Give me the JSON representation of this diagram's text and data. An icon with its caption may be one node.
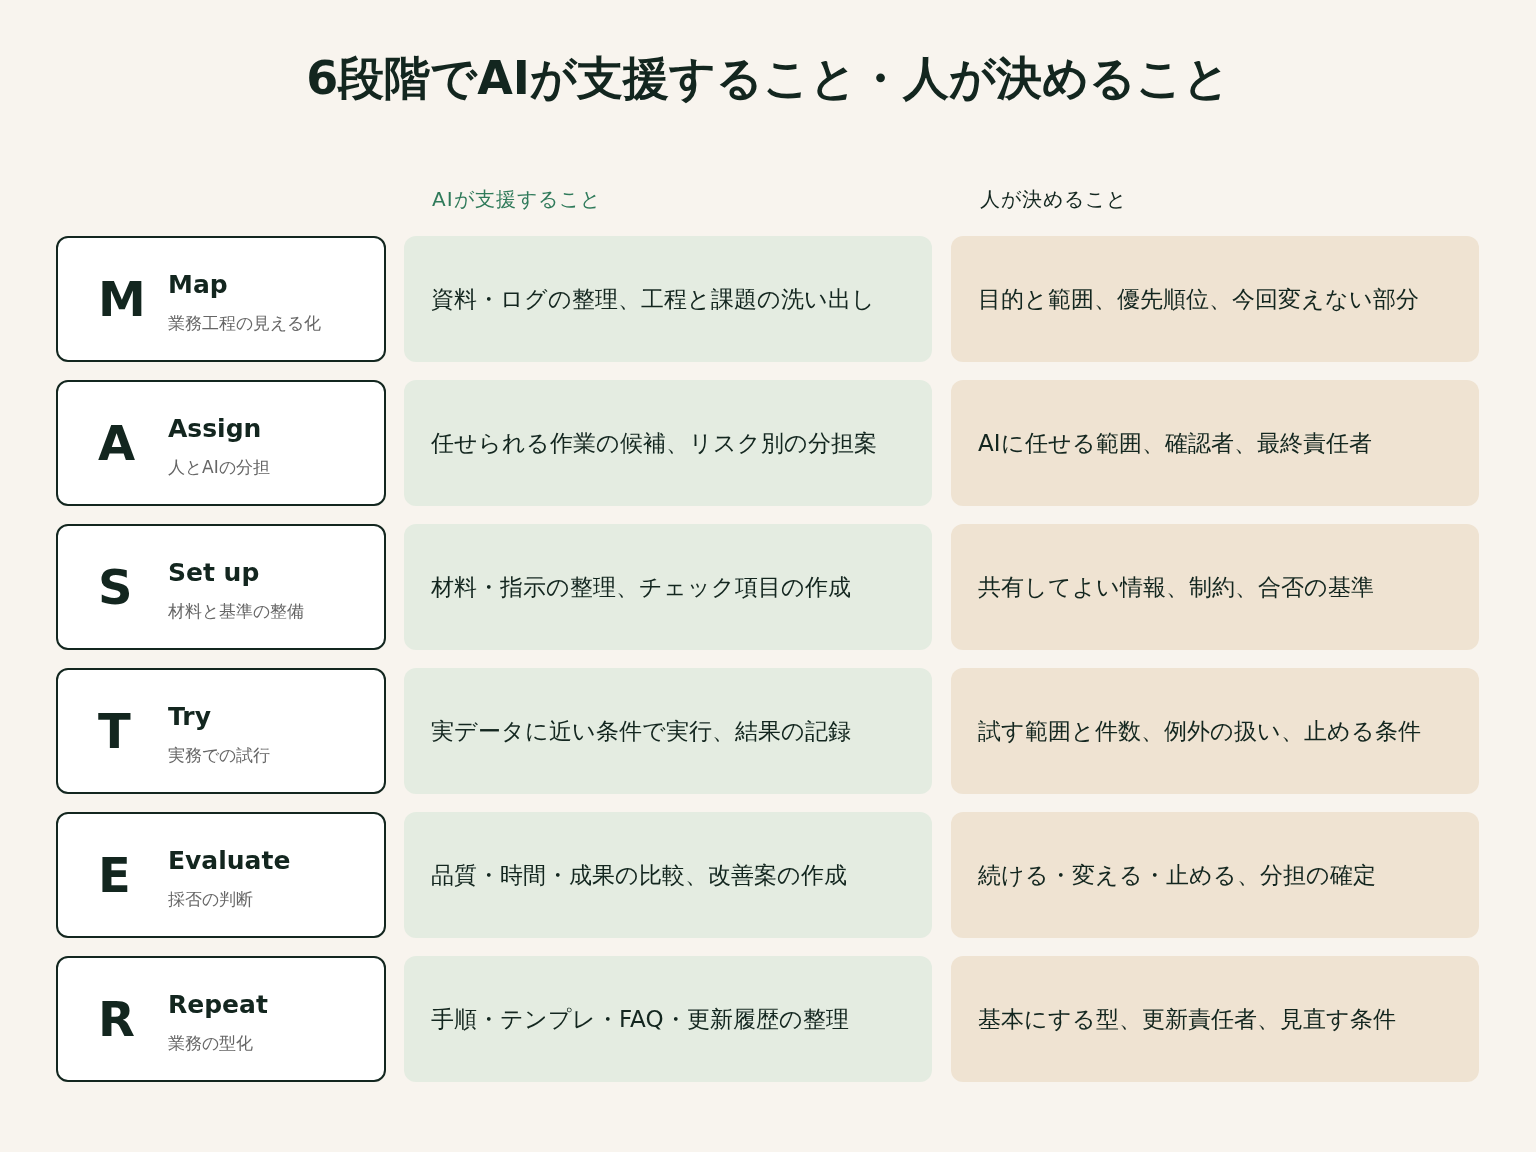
{
  "diagram": {
    "title": "6段階でAIが支援すること・人が決めること",
    "nodes": [
      {
        "text": [
          "M",
          "Map",
          "業務工程の見える化"
        ]
      },
      {
        "text": [
          "資料・ログの整理、工程と課題の洗い出し"
        ]
      },
      {
        "text": [
          "目的と範囲、優先順位、今回変えない部分"
        ]
      },
      {
        "text": [
          "A",
          "Assign",
          "人とAIの分担"
        ]
      },
      {
        "text": [
          "任せられる作業の候補、リスク別の分担案"
        ]
      },
      {
        "text": [
          "AIに任せる範囲、確認者、最終責任者"
        ]
      },
      {
        "text": [
          "S",
          "Set up",
          "材料と基準の整備"
        ]
      },
      {
        "text": [
          "材料・指示の整理、チェック項目の作成"
        ]
      },
      {
        "text": [
          "共有してよい情報、制約、合否の基準"
        ]
      },
      {
        "text": [
          "T",
          "Try",
          "実務での試行"
        ]
      },
      {
        "text": [
          "実データに近い条件で実行、結果の記録"
        ]
      },
      {
        "text": [
          "試す範囲と件数、例外の扱い、止める条件"
        ]
      },
      {
        "text": [
          "E",
          "Evaluate",
          "採否の判断"
        ]
      },
      {
        "text": [
          "品質・時間・成果の比較、改善案の作成"
        ]
      },
      {
        "text": [
          "続ける・変える・止める、分担の確定"
        ]
      },
      {
        "text": [
          "R",
          "Repeat",
          "業務の型化"
        ]
      },
      {
        "text": [
          "手順・テンプレ・FAQ・更新履歴の整理"
        ]
      },
      {
        "text": [
          "基本にする型、更新責任者、見直す条件"
        ]
      }
    ],
    "edges": [],
    "labels": [
      "AIが支援すること",
      "人が決めること"
    ]
  }
}
